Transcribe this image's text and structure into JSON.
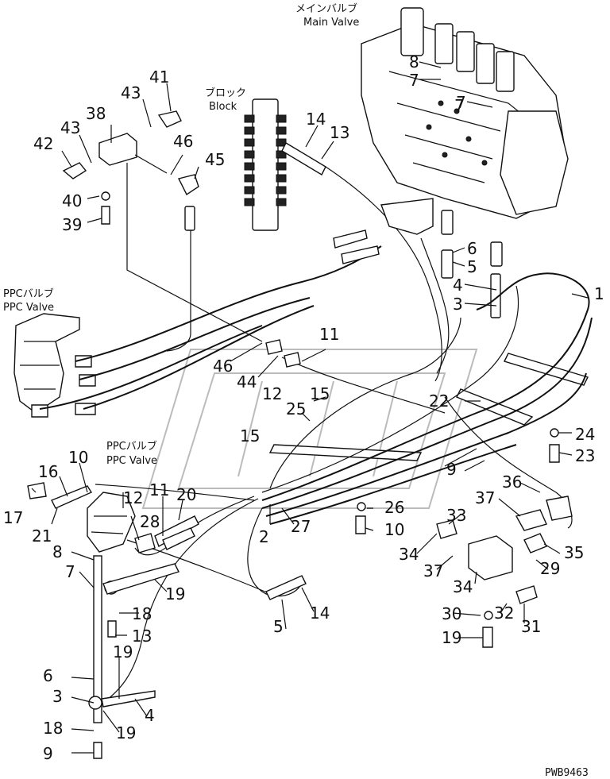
{
  "labels": {
    "main_valve_jp": "メインバルブ",
    "main_valve_en": "Main Valve",
    "block_jp": "ブロック",
    "block_en": "Block",
    "ppc_valve_jp": "PPCバルブ",
    "ppc_valve_en": "PPC Valve",
    "drawing_code": "PWB9463"
  },
  "callouts": [
    "41",
    "43",
    "38",
    "43",
    "42",
    "46",
    "45",
    "40",
    "39",
    "14",
    "13",
    "8",
    "7",
    "7",
    "7",
    "6",
    "5",
    "4",
    "3",
    "1",
    "11",
    "46",
    "44",
    "12",
    "15",
    "25",
    "15",
    "22",
    "24",
    "23",
    "9",
    "10",
    "16",
    "17",
    "21",
    "12",
    "11",
    "20",
    "28",
    "2",
    "27",
    "26",
    "10",
    "36",
    "37",
    "33",
    "34",
    "35",
    "37",
    "29",
    "34",
    "32",
    "31",
    "30",
    "19",
    "8",
    "7",
    "19",
    "18",
    "13",
    "14",
    "5",
    "19",
    "6",
    "3",
    "4",
    "19",
    "18",
    "9"
  ]
}
